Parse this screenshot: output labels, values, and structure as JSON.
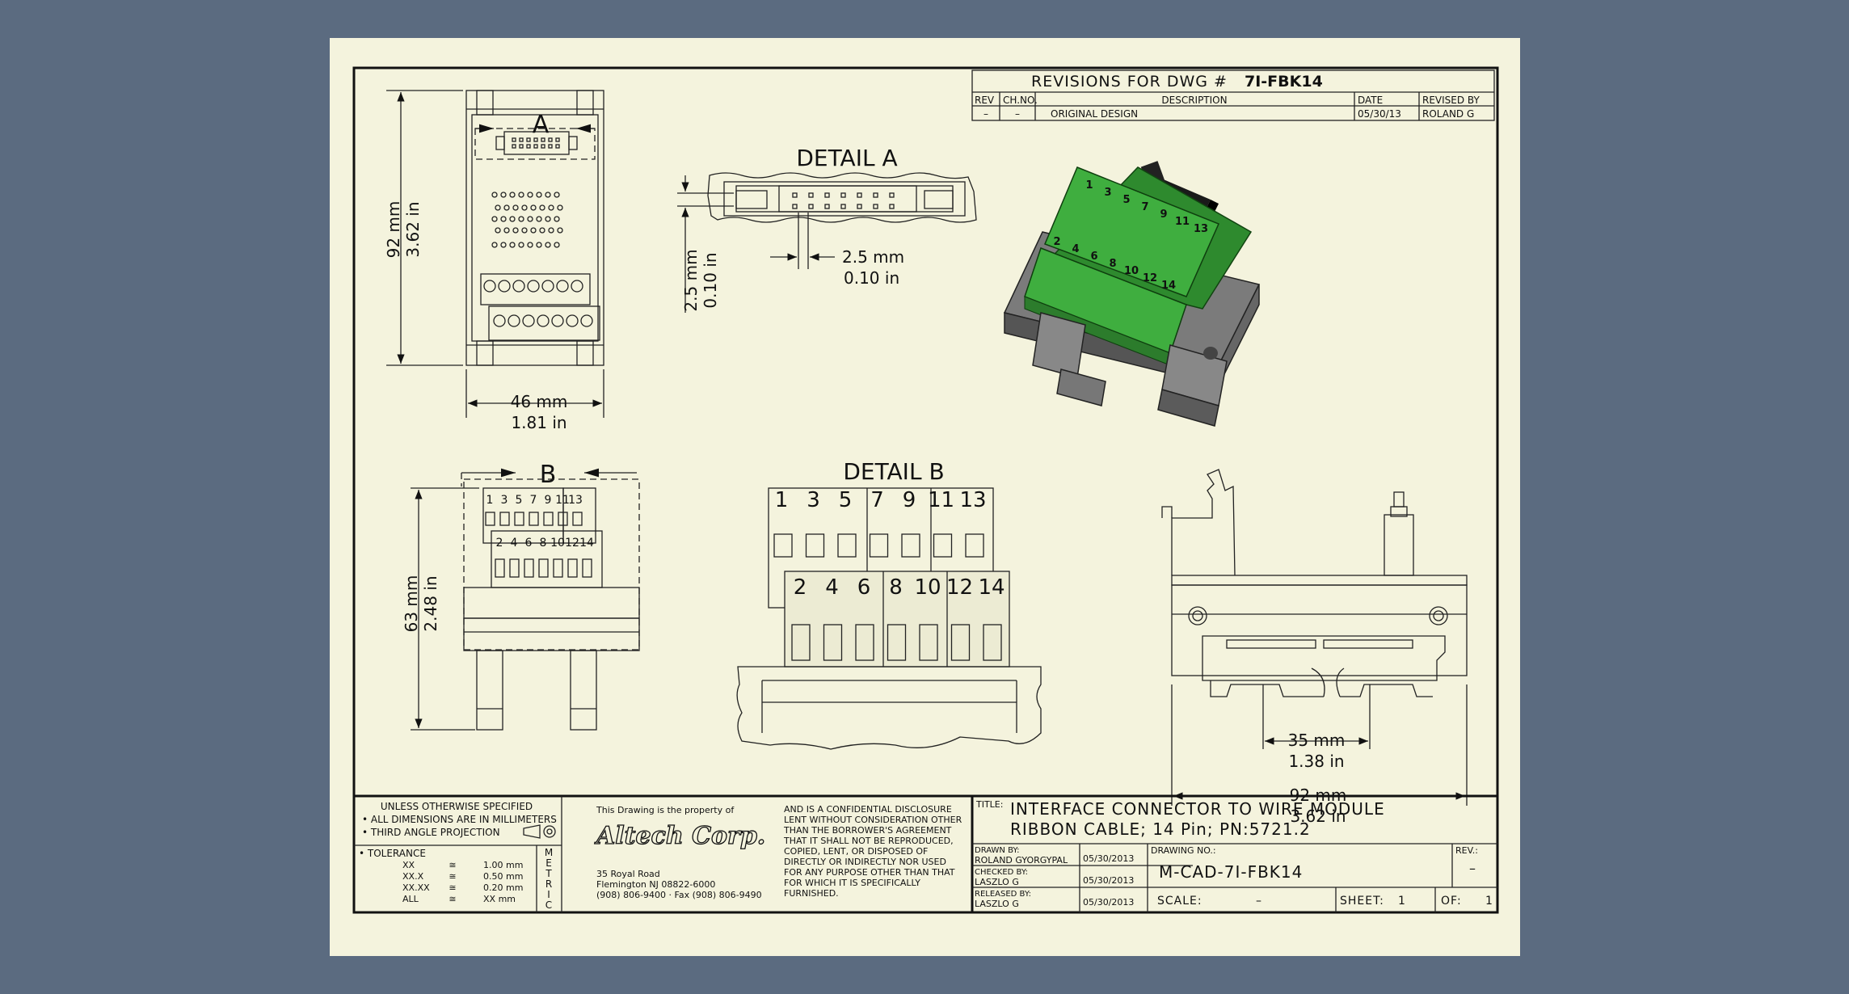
{
  "revisions": {
    "header_prefix": "REVISIONS FOR DWG #",
    "dwg_number": "7I-FBK14",
    "columns": [
      "REV",
      "CH.NO.",
      "DESCRIPTION",
      "DATE",
      "REVISED BY"
    ],
    "rows": [
      {
        "rev": "–",
        "ch_no": "–",
        "description": "ORIGINAL DESIGN",
        "date": "05/30/13",
        "revised_by": "ROLAND G"
      }
    ]
  },
  "views": {
    "top": {
      "label": "A",
      "height_mm": "92 mm",
      "height_in": "3.62 in",
      "width_mm": "46 mm",
      "width_in": "1.81 in"
    },
    "detail_a": {
      "title": "DETAIL A",
      "pitch_mm": "2.5 mm",
      "pitch_in": "0.10 in",
      "row_mm": "2.5 mm",
      "row_in": "0.10 in"
    },
    "front": {
      "label": "B",
      "height_mm": "63 mm",
      "height_in": "2.48 in",
      "top_terminals": [
        "1",
        "3",
        "5",
        "7",
        "9",
        "11",
        "13"
      ],
      "bottom_terminals": [
        "2",
        "4",
        "6",
        "8",
        "10",
        "12",
        "14"
      ]
    },
    "detail_b": {
      "title": "DETAIL B",
      "top_terminals": [
        "1",
        "3",
        "5",
        "7",
        "9",
        "11",
        "13"
      ],
      "bottom_terminals": [
        "2",
        "4",
        "6",
        "8",
        "10",
        "12",
        "14"
      ]
    },
    "side": {
      "rail_mm": "35 mm",
      "rail_in": "1.38 in",
      "length_mm": "92 mm",
      "length_in": "3.62 in"
    },
    "iso": {
      "top_labels": [
        "1",
        "3",
        "5",
        "7",
        "9",
        "11",
        "13"
      ],
      "bottom_labels": [
        "2",
        "4",
        "6",
        "8",
        "10",
        "12",
        "14"
      ]
    }
  },
  "notes": {
    "spec_title": "UNLESS OTHERWISE SPECIFIED",
    "spec_1": "• ALL DIMENSIONS ARE IN MILLIMETERS",
    "spec_2": "• THIRD ANGLE PROJECTION",
    "tolerance_title": "• TOLERANCE",
    "tolerances": [
      {
        "fmt": "XX",
        "sym": "≅",
        "val": "1.00 mm"
      },
      {
        "fmt": "XX.X",
        "sym": "≅",
        "val": "0.50 mm"
      },
      {
        "fmt": "XX.XX",
        "sym": "≅",
        "val": "0.20 mm"
      },
      {
        "fmt": "ALL",
        "sym": "≅",
        "val": "XX mm"
      }
    ],
    "metric": [
      "M",
      "E",
      "T",
      "R",
      "I",
      "C"
    ]
  },
  "company": {
    "property_text": "This Drawing is the property of",
    "logo": "Altech Corp.",
    "address_1": "35 Royal Road",
    "address_2": "Flemington NJ 08822-6000",
    "phone": "(908) 806-9400 · Fax (908) 806-9490",
    "disclosure": [
      "AND IS A CONFIDENTIAL DISCLOSURE",
      "LENT WITHOUT CONSIDERATION OTHER",
      "THAN THE BORROWER'S AGREEMENT",
      "THAT IT SHALL NOT BE REPRODUCED,",
      "COPIED, LENT, OR DISPOSED OF",
      "DIRECTLY OR INDIRECTLY NOR USED",
      "FOR ANY PURPOSE OTHER THAN THAT",
      "FOR WHICH IT IS SPECIFICALLY",
      "FURNISHED."
    ]
  },
  "title_block": {
    "title_label": "TITLE:",
    "title_line_1": "INTERFACE CONNECTOR TO WIRE MODULE",
    "title_line_2": "RIBBON CABLE; 14 Pin; PN:5721.2",
    "drawn_by_label": "DRAWN BY:",
    "drawn_by": "ROLAND GYORGYPAL",
    "drawn_date": "05/30/2013",
    "checked_by_label": "CHECKED BY:",
    "checked_by": "LASZLO G",
    "checked_date": "05/30/2013",
    "released_by_label": "RELEASED BY:",
    "released_by": "LASZLO G",
    "released_date": "05/30/2013",
    "drawing_no_label": "DRAWING NO.:",
    "drawing_no": "M-CAD-7I-FBK14",
    "rev_label": "REV.:",
    "rev": "–",
    "scale_label": "SCALE:",
    "scale": "–",
    "sheet_label": "SHEET:",
    "sheet": "1",
    "of_label": "OF:",
    "of": "1"
  }
}
